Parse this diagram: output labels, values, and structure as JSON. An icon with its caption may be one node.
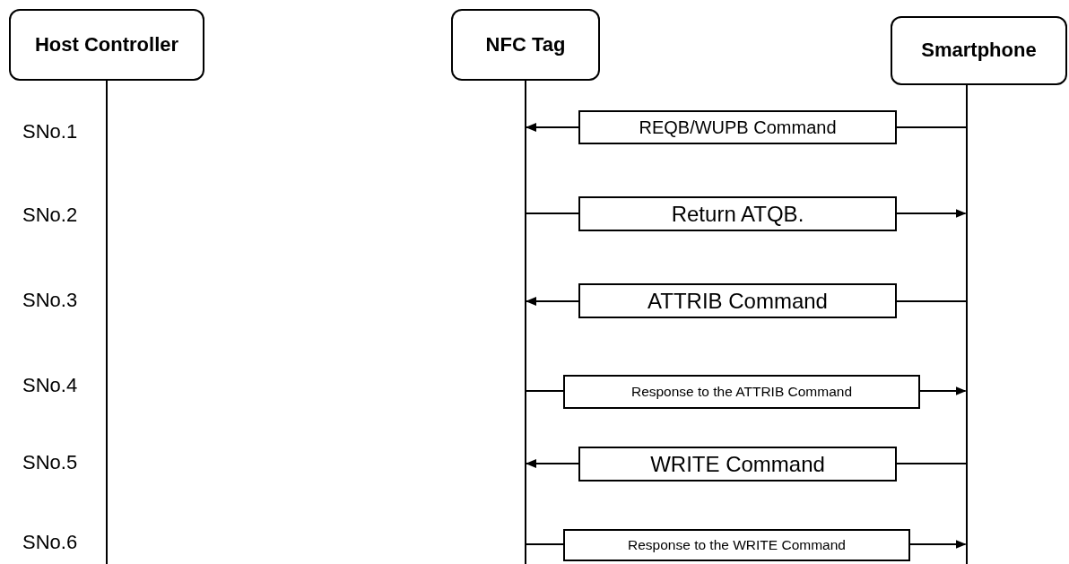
{
  "diagram": {
    "nodes": [
      {
        "text": [
          "Host Controller"
        ]
      },
      {
        "text": [
          "NFC Tag"
        ]
      },
      {
        "text": [
          "Smartphone"
        ]
      }
    ],
    "edges": [
      {
        "from": 2,
        "to": 1,
        "arrow": "to",
        "label": "REQB/WUPB Command"
      },
      {
        "from": 1,
        "to": 2,
        "arrow": "to",
        "label": "Return ATQB."
      },
      {
        "from": 2,
        "to": 1,
        "arrow": "to",
        "label": "ATTRIB Command"
      },
      {
        "from": 1,
        "to": 2,
        "arrow": "to",
        "label": "Response to the ATTRIB Command"
      },
      {
        "from": 2,
        "to": 1,
        "arrow": "to",
        "label": "WRITE Command"
      },
      {
        "from": 1,
        "to": 2,
        "arrow": "to",
        "label": "Response to the WRITE Command"
      }
    ],
    "labels": [
      "SNo.1",
      "SNo.2",
      "SNo.3",
      "SNo.4",
      "SNo.5",
      "SNo.6"
    ]
  }
}
